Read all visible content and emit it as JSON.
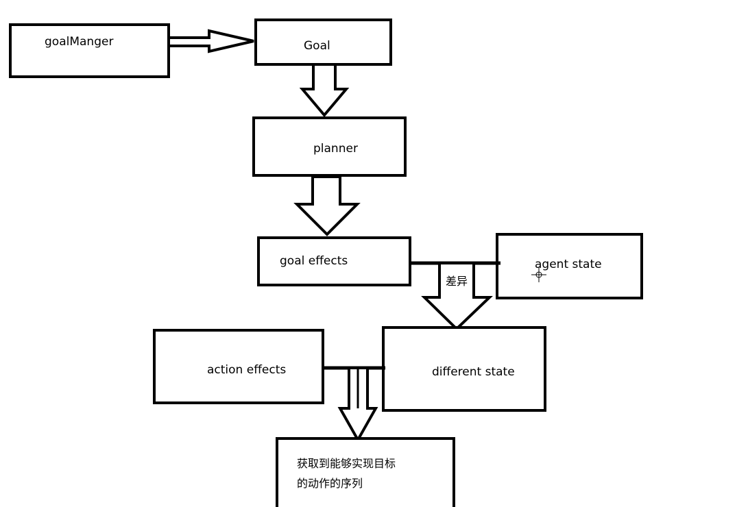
{
  "nodes": {
    "goal_manager": {
      "label": "goalManger"
    },
    "goal": {
      "label": "Goal"
    },
    "planner": {
      "label": "planner"
    },
    "goal_effects": {
      "label": "goal effects"
    },
    "agent_state": {
      "label": "agent state"
    },
    "different_state": {
      "label": "different state"
    },
    "action_effects": {
      "label": "action effects"
    },
    "result": {
      "line1": "获取到能够实现目标",
      "line2": "的动作的序列"
    }
  },
  "edges": {
    "difference_label": "差异"
  },
  "colors": {
    "stroke": "#000000",
    "fill": "#ffffff"
  }
}
